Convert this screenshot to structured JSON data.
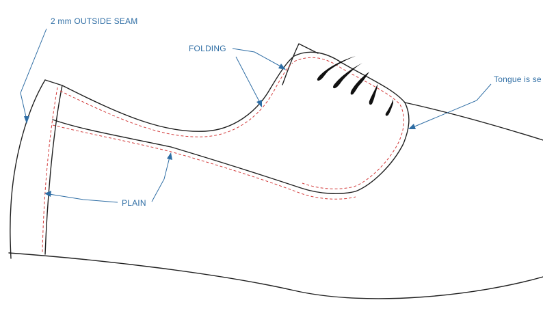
{
  "annotations": {
    "outside_seam": "2 mm OUTSIDE SEAM",
    "folding": "FOLDING",
    "tongue": "Tongue is se",
    "plain": "PLAIN"
  },
  "colors": {
    "outline": "#1f1f1f",
    "stitching": "#d23a3a",
    "annotation": "#2e6da4",
    "background": "#ffffff"
  }
}
